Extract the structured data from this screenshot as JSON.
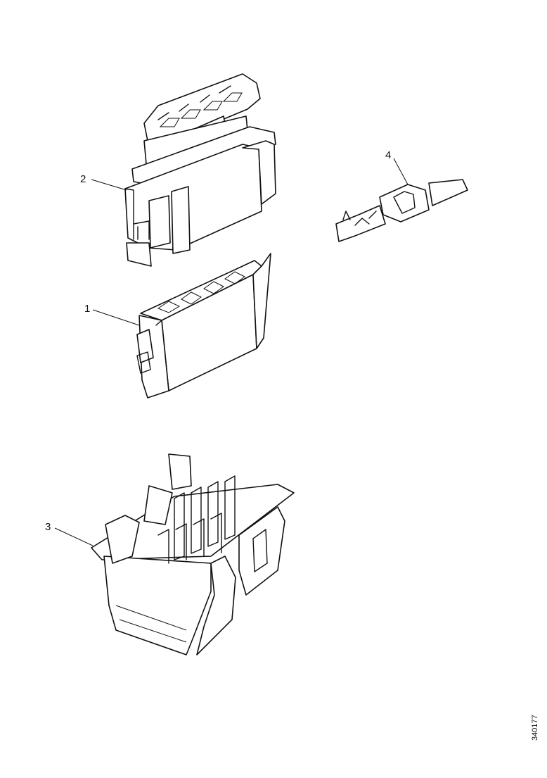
{
  "callouts": {
    "c1": "1",
    "c2": "2",
    "c3": "3",
    "c4": "4"
  },
  "drawing_code": "340177"
}
